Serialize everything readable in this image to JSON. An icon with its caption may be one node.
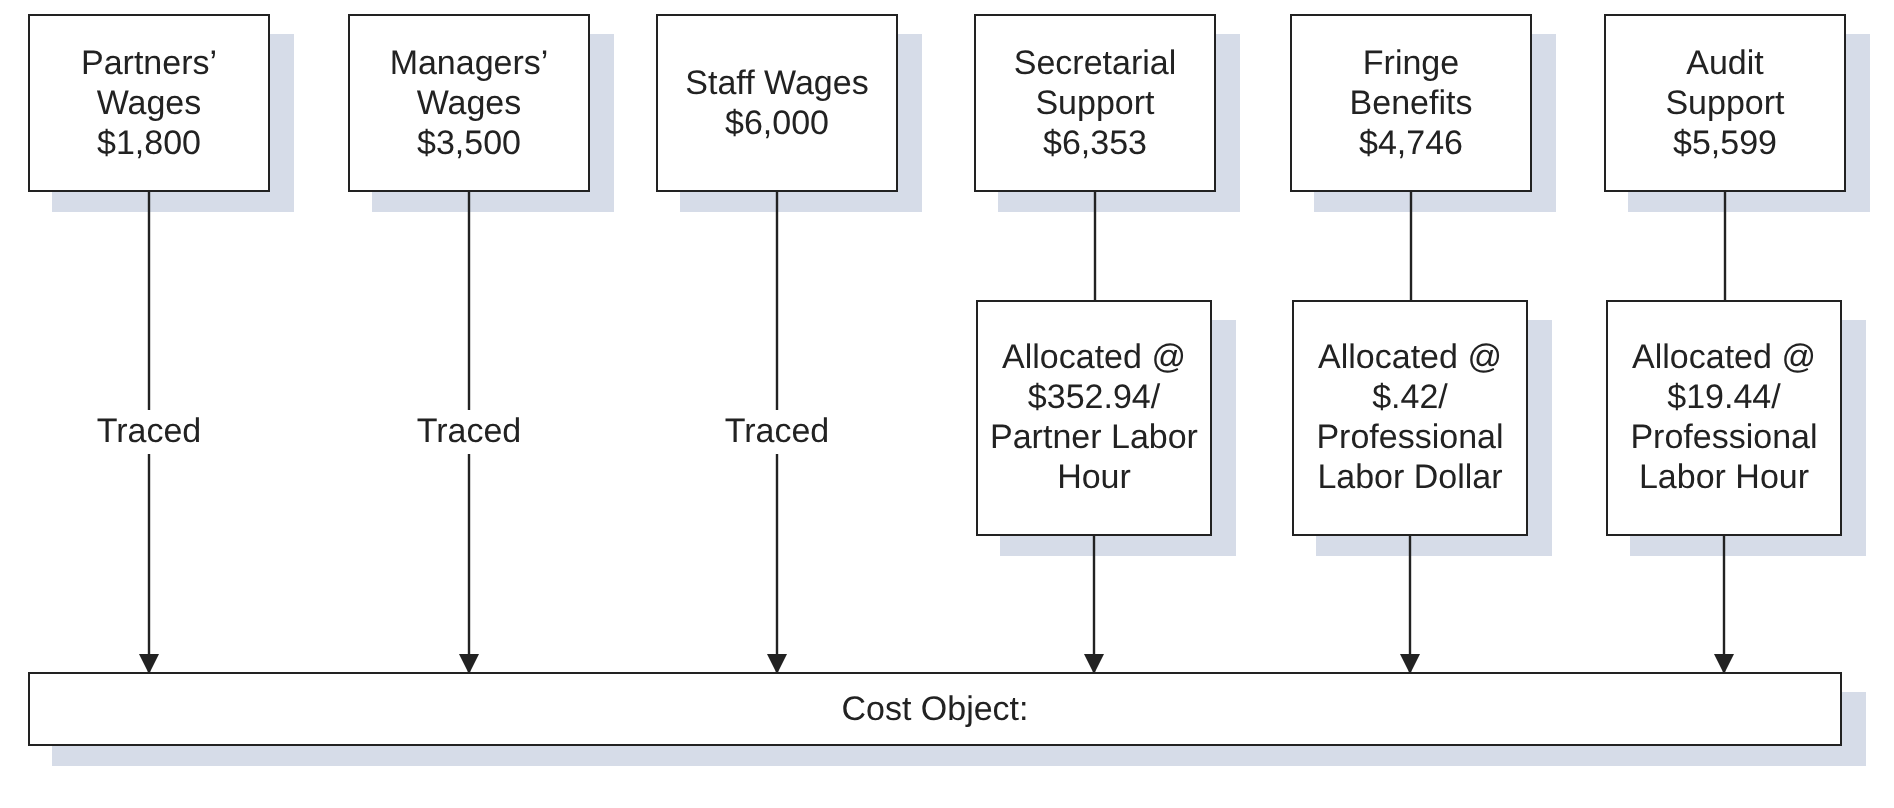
{
  "diagram": {
    "nodes": [
      {
        "text": [
          "Partners’ Wages",
          "$1,800"
        ]
      },
      {
        "text": [
          "Managers’ Wages",
          "$3,500"
        ]
      },
      {
        "text": [
          "Staff Wages",
          "$6,000"
        ]
      },
      {
        "text": [
          "Secretarial Support",
          "$6,353"
        ]
      },
      {
        "text": [
          "Fringe Benefits",
          "$4,746"
        ]
      },
      {
        "text": [
          "Audit Support",
          "$5,599"
        ]
      },
      {
        "text": [
          "Allocated @ $352.94/ Partner Labor Hour"
        ]
      },
      {
        "text": [
          "Allocated @ $.42/ Professional Labor Dollar"
        ]
      },
      {
        "text": [
          "Allocated @ $19.44/ Professional Labor Hour"
        ]
      },
      {
        "text": [
          "Cost Object:"
        ]
      }
    ],
    "edges": [
      {
        "from": 0,
        "to": 9,
        "arrow": "to",
        "label": "Traced"
      },
      {
        "from": 1,
        "to": 9,
        "arrow": "to",
        "label": "Traced"
      },
      {
        "from": 2,
        "to": 9,
        "arrow": "to",
        "label": "Traced"
      },
      {
        "from": 3,
        "to": 6,
        "arrow": "none"
      },
      {
        "from": 4,
        "to": 7,
        "arrow": "none"
      },
      {
        "from": 5,
        "to": 8,
        "arrow": "none"
      },
      {
        "from": 6,
        "to": 9,
        "arrow": "to"
      },
      {
        "from": 7,
        "to": 9,
        "arrow": "to"
      },
      {
        "from": 8,
        "to": 9,
        "arrow": "to"
      }
    ]
  }
}
